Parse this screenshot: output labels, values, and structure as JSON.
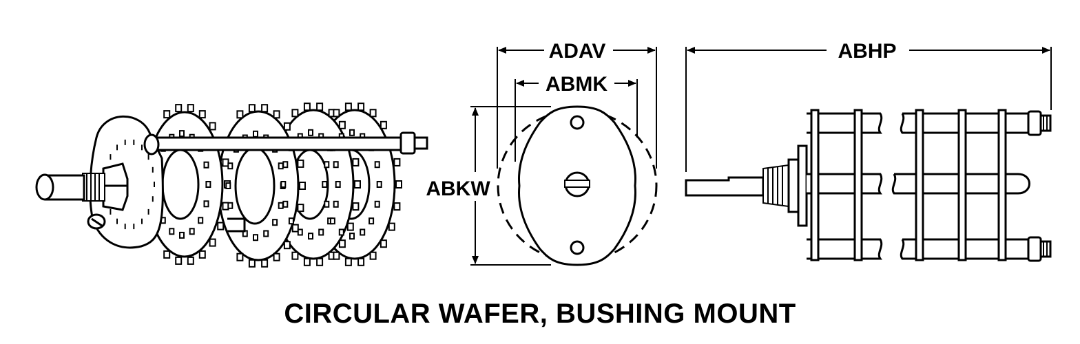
{
  "title": "CIRCULAR WAFER, BUSHING MOUNT",
  "dimensions": {
    "adav": "ADAV",
    "abmk": "ABMK",
    "abkw": "ABKW",
    "abhp": "ABHP"
  },
  "colors": {
    "ink": "#000000",
    "paper": "#ffffff"
  }
}
